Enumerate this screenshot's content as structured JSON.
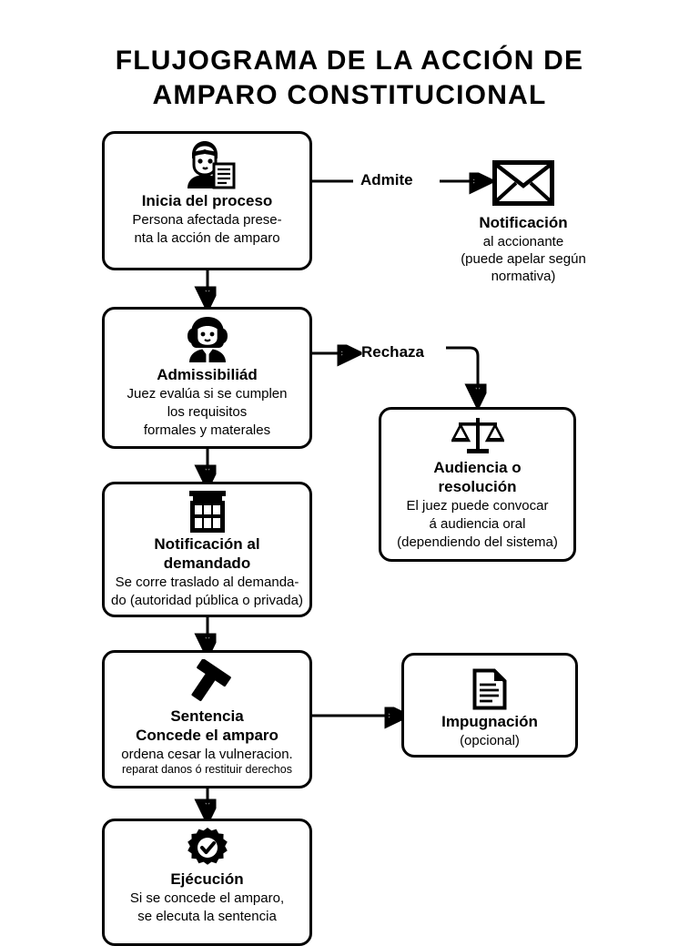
{
  "page": {
    "title_line1": "FLUJOGRAMA DE LA ACCIÓN DE",
    "title_line2": "AMPARO CONSTITUCIONAL",
    "background_color": "#ffffff",
    "ink_color": "#000000"
  },
  "edges": [
    {
      "id": "admite",
      "label": "Admite",
      "from": "inicia-del-proceso",
      "to": "notificacion-accionante"
    },
    {
      "id": "rechaza",
      "label": "Rechaza",
      "from": "admissibiliad",
      "to": "audiencia-o-resolucion"
    },
    {
      "id": "e1",
      "label": "",
      "from": "inicia-del-proceso",
      "to": "admissibiliad"
    },
    {
      "id": "e2",
      "label": "",
      "from": "admissibiliad",
      "to": "notificacion-al-demandado"
    },
    {
      "id": "e3",
      "label": "",
      "from": "notificacion-al-demandado",
      "to": "sentencia"
    },
    {
      "id": "e4",
      "label": "",
      "from": "sentencia",
      "to": "ejecucion"
    },
    {
      "id": "e5",
      "label": "",
      "from": "sentencia",
      "to": "impugnacion"
    }
  ],
  "nodes": {
    "inicia": {
      "icon": "person-with-document-icon",
      "heading": "Inicia del proceso",
      "lines": [
        "Persona afectada prese-",
        "nta la acción de amparo"
      ]
    },
    "notificacion_accionante": {
      "icon": "envelope-icon",
      "heading": "Notificación",
      "lines": [
        "al accionante",
        "(puede apelar según",
        "normativa)"
      ]
    },
    "admissibilidad": {
      "icon": "judge-icon",
      "heading": "Admissibiliád",
      "lines": [
        "Juez evalúa si se cumplen",
        "los requisitos",
        "formales y materales"
      ]
    },
    "audiencia": {
      "icon": "scales-of-justice-icon",
      "heading_lines": [
        "Audiencia o",
        "resolución"
      ],
      "lines": [
        "El juez puede convocar",
        "á audiencia oral",
        "(dependiendo del sistema)"
      ]
    },
    "notificacion_demandado": {
      "icon": "courthouse-icon",
      "heading_lines": [
        "Notificación al",
        "demandado"
      ],
      "lines": [
        "Se corre traslado al demanda-",
        "do (autoridad pública o privada)"
      ]
    },
    "sentencia": {
      "icon": "gavel-icon",
      "heading": "Sentencia",
      "heading2": "Concede el amparo",
      "lines": [
        "ordena cesar la vulneracion."
      ],
      "fine_print": "reparat danos ó restituir derechos"
    },
    "impugnacion": {
      "icon": "document-icon",
      "heading": "Impugnación",
      "lines": [
        "(opcional)"
      ]
    },
    "ejecucion": {
      "icon": "gear-check-icon",
      "heading": "Ejécución",
      "lines": [
        "Si se concede el amparo,",
        "se elecuta la sentencia"
      ]
    }
  }
}
